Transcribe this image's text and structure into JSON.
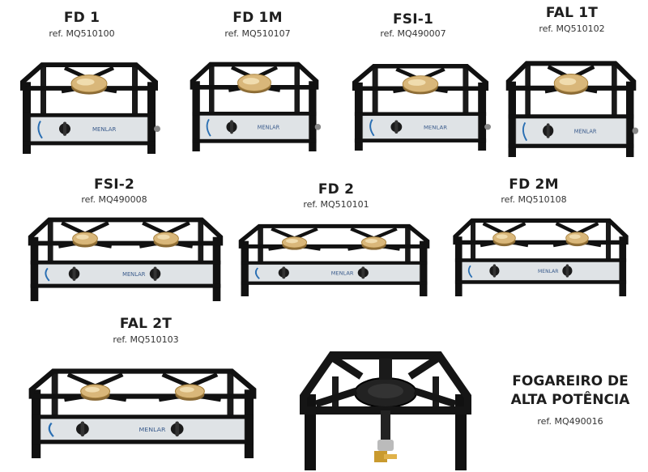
{
  "brand": "MENLAR",
  "products": [
    {
      "name": "FD 1",
      "ref": "ref. MQ510100",
      "burners": 1
    },
    {
      "name": "FD 1M",
      "ref": "ref. MQ510107",
      "burners": 1
    },
    {
      "name": "FSI-1",
      "ref": "ref. MQ490007",
      "burners": 1
    },
    {
      "name": "FAL 1T",
      "ref": "ref. MQ510102",
      "burners": 1
    },
    {
      "name": "FSI-2",
      "ref": "ref. MQ490008",
      "burners": 2
    },
    {
      "name": "FD 2",
      "ref": "ref. MQ510101",
      "burners": 2
    },
    {
      "name": "FD 2M",
      "ref": "ref. MQ510108",
      "burners": 2
    },
    {
      "name": "FAL 2T",
      "ref": "ref. MQ510103",
      "burners": 2
    }
  ],
  "high_power": {
    "name_line1": "FOGAREIRO DE",
    "name_line2": "ALTA POTÊNCIA",
    "ref": "ref. MQ490016"
  }
}
